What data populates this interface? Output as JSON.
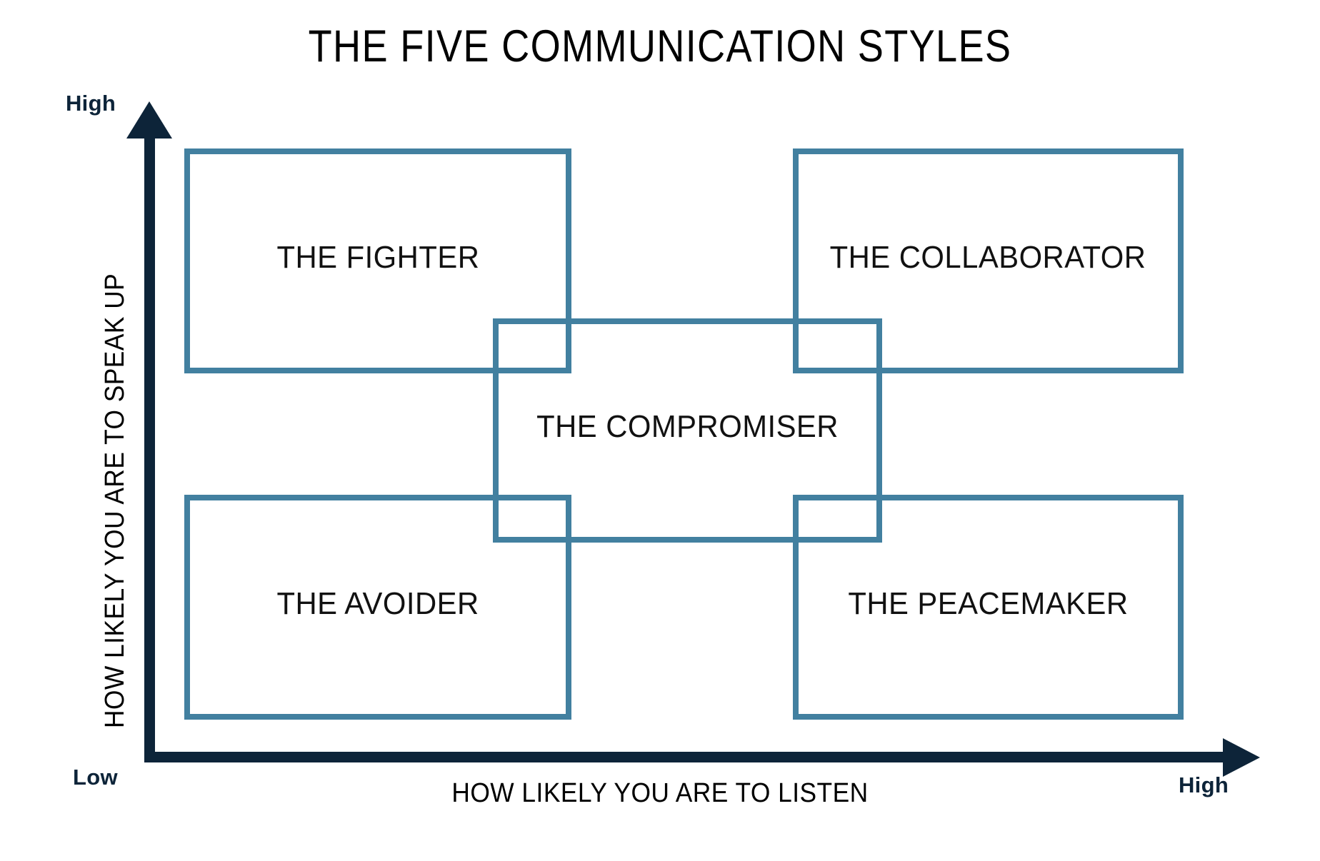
{
  "title": "THE FIVE COMMUNICATION STYLES",
  "colors": {
    "box_border": "#4280a0",
    "axis": "#0d2439",
    "label_text": "#111111",
    "background": "#ffffff"
  },
  "axes": {
    "y": {
      "title": "HOW LIKELY YOU ARE TO SPEAK UP",
      "high_label": "High",
      "low_label": "Low"
    },
    "x": {
      "title": "HOW LIKELY YOU ARE TO LISTEN",
      "high_label": "High"
    }
  },
  "chart_data": {
    "type": "scatter",
    "title": "THE FIVE COMMUNICATION STYLES",
    "xlabel": "HOW LIKELY YOU ARE TO LISTEN",
    "ylabel": "HOW LIKELY YOU ARE TO SPEAK UP",
    "xlim": [
      "Low",
      "High"
    ],
    "ylim": [
      "Low",
      "High"
    ],
    "grid": false,
    "legend": "none",
    "categories": [
      "THE FIGHTER",
      "THE COLLABORATOR",
      "THE COMPROMISER",
      "THE AVOIDER",
      "THE PEACEMAKER"
    ],
    "quadrants": [
      {
        "label": "THE FIGHTER",
        "listen": "Low",
        "speak_up": "High"
      },
      {
        "label": "THE COLLABORATOR",
        "listen": "High",
        "speak_up": "High"
      },
      {
        "label": "THE COMPROMISER",
        "listen": "Medium",
        "speak_up": "Medium"
      },
      {
        "label": "THE AVOIDER",
        "listen": "Low",
        "speak_up": "Low"
      },
      {
        "label": "THE PEACEMAKER",
        "listen": "High",
        "speak_up": "Low"
      }
    ]
  },
  "boxes": {
    "fighter": "THE FIGHTER",
    "collaborator": "THE COLLABORATOR",
    "compromiser": "THE COMPROMISER",
    "avoider": "THE AVOIDER",
    "peacemaker": "THE PEACEMAKER"
  }
}
